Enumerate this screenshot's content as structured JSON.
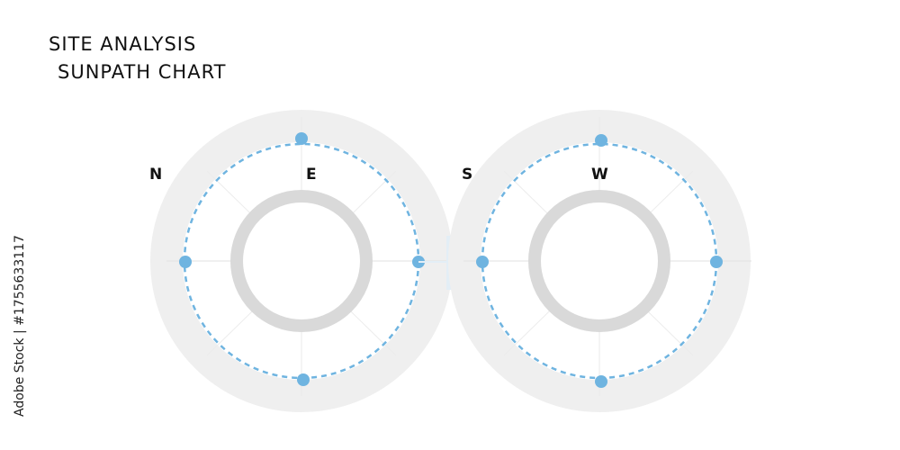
{
  "title": {
    "line1": "SITE ANALYSIS",
    "line2": "SUNPATH CHART"
  },
  "directions": {
    "n": "N",
    "e": "E",
    "s": "S",
    "w": "W"
  },
  "side_caption": "Adobe Stock | #1755633117",
  "colors": {
    "sunpath": "#6fb4e0",
    "ring": "#d9d9d9",
    "band": "#eeeeee",
    "text": "#111111"
  }
}
